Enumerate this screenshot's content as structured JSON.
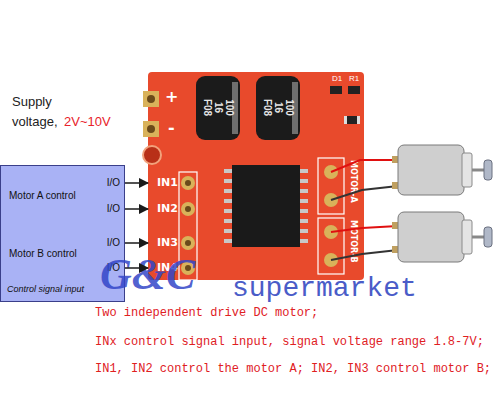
{
  "diagram": {
    "nodes": [
      {
        "text": [
          "I/O",
          "Motor A control",
          "I/O",
          "I/O",
          "Motor B control",
          "I/O",
          "Control signal input"
        ]
      },
      {
        "text": [
          "+",
          "-",
          "IN1",
          "IN2",
          "IN3",
          "IN4",
          "MOTOR-A",
          "MOTOR-B"
        ]
      }
    ],
    "edges": [
      {
        "from": 0,
        "to": 1,
        "arrow": "to"
      },
      {
        "from": 0,
        "to": 1,
        "arrow": "to"
      },
      {
        "from": 0,
        "to": 1,
        "arrow": "to"
      },
      {
        "from": 0,
        "to": 1,
        "arrow": "to"
      }
    ],
    "labels": [
      "Supply voltage,",
      "2V~10V",
      "100 16 F08",
      "100 16 F08",
      "D1",
      "R1",
      "G&C",
      "supermarket",
      "Two independent drive DC motor;",
      "INx control signal input, signal voltage range 1.8-7V;",
      "IN1, IN2 control the motor A; IN2, IN3 control motor B;"
    ]
  }
}
